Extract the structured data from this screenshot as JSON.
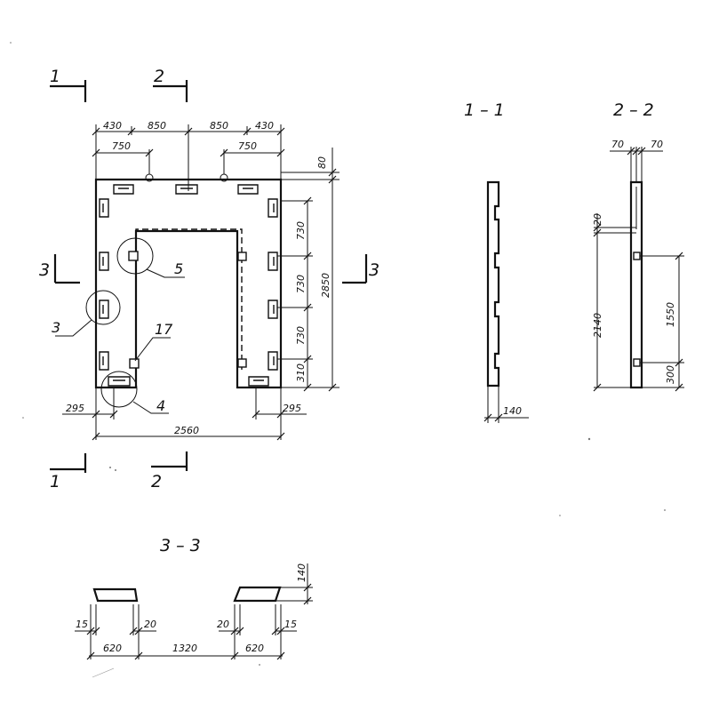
{
  "section_labels": {
    "cut_1_top": "1",
    "cut_2_top": "2",
    "cut_1_bottom": "1",
    "cut_2_bottom": "2",
    "cut_3_left": "3",
    "cut_3_right": "3",
    "title_1_1": "1 – 1",
    "title_2_2": "2 – 2",
    "title_3_3": "3 – 3"
  },
  "plan_dims": {
    "top_430_left": "430",
    "top_850_left": "850",
    "top_850_right": "850",
    "top_430_right": "430",
    "top_750_left": "750",
    "top_750_right": "750",
    "right_80": "80",
    "right_730_a": "730",
    "right_730_b": "730",
    "right_730_c": "730",
    "right_310": "310",
    "right_2850": "2850",
    "bottom_295_left": "295",
    "bottom_295_right": "295",
    "bottom_2560": "2560"
  },
  "callouts": {
    "c3": "3",
    "c4": "4",
    "c5": "5",
    "c17": "17"
  },
  "section_1_1": {
    "width": "140"
  },
  "section_2_2": {
    "top_70_left": "70",
    "top_70_right": "70",
    "d20": "20",
    "d2140": "2140",
    "d1550": "1550",
    "d300": "300"
  },
  "section_3_3": {
    "d140": "140",
    "d15_left": "15",
    "d20_left": "20",
    "d20_right": "20",
    "d15_right": "15",
    "d620_left": "620",
    "d1320": "1320",
    "d620_right": "620"
  }
}
